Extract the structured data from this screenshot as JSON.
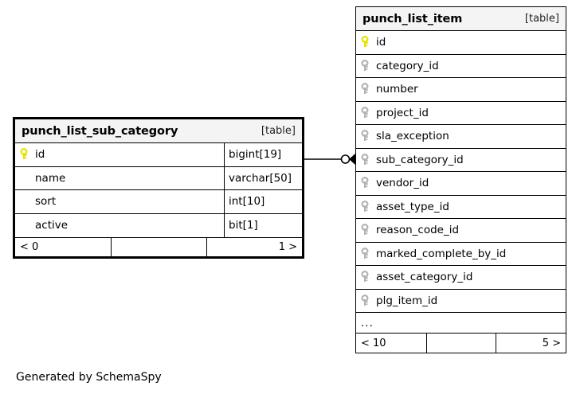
{
  "diagram": {
    "caption": "Generated by SchemaSpy",
    "kind_label": "[table]",
    "ellipsis": "...",
    "colors": {
      "primary_key": "#e3e300",
      "foreign_key": "#b3b3b3",
      "header_background": "#f4f4f4",
      "border": "#000000",
      "text": "#000000"
    }
  },
  "tables": {
    "sub_category": {
      "name": "punch_list_sub_category",
      "kind": "[table]",
      "columns": [
        {
          "name": "id",
          "type": "bigint[19]",
          "key": "primary"
        },
        {
          "name": "name",
          "type": "varchar[50]",
          "key": "none"
        },
        {
          "name": "sort",
          "type": "int[10]",
          "key": "none"
        },
        {
          "name": "active",
          "type": "bit[1]",
          "key": "none"
        }
      ],
      "footer": {
        "left": "< 0",
        "middle": "",
        "right": "1 >"
      }
    },
    "punch_list_item": {
      "name": "punch_list_item",
      "kind": "[table]",
      "columns": [
        {
          "name": "id",
          "key": "primary"
        },
        {
          "name": "category_id",
          "key": "foreign"
        },
        {
          "name": "number",
          "key": "foreign"
        },
        {
          "name": "project_id",
          "key": "foreign"
        },
        {
          "name": "sla_exception",
          "key": "foreign"
        },
        {
          "name": "sub_category_id",
          "key": "foreign"
        },
        {
          "name": "vendor_id",
          "key": "foreign"
        },
        {
          "name": "asset_type_id",
          "key": "foreign"
        },
        {
          "name": "reason_code_id",
          "key": "foreign"
        },
        {
          "name": "marked_complete_by_id",
          "key": "foreign"
        },
        {
          "name": "asset_category_id",
          "key": "foreign"
        },
        {
          "name": "plg_item_id",
          "key": "foreign"
        }
      ],
      "more_indicator": "...",
      "footer": {
        "left": "< 10",
        "middle": "",
        "right": "5 >"
      }
    }
  },
  "relationship": {
    "from_table": "punch_list_sub_category",
    "from_column": "id",
    "to_table": "punch_list_item",
    "to_column": "sub_category_id",
    "notation": "crows-foot-zero-to-many"
  }
}
